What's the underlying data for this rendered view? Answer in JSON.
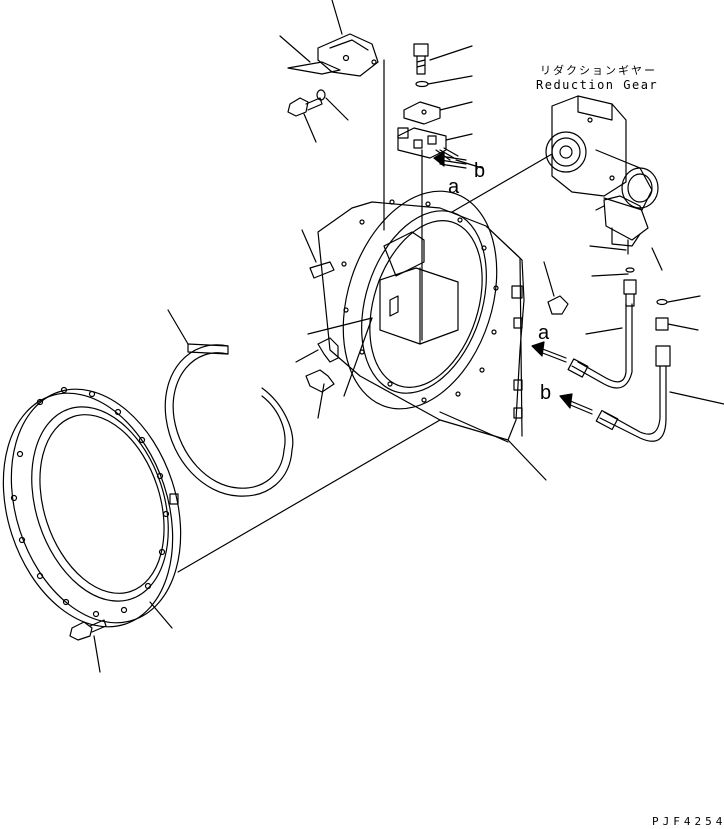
{
  "labels": {
    "reduction_gear_jp": "リダクションギヤー",
    "reduction_gear_en": "Reduction Gear",
    "letter_a_top": "a",
    "letter_b_top": "b",
    "letter_a_hose": "a",
    "letter_b_hose": "b",
    "drawing_code": "PJF4254"
  }
}
